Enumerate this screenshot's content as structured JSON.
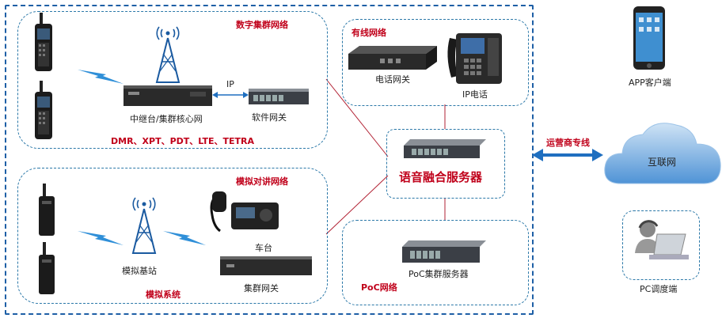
{
  "groups": {
    "digital": {
      "title": "数字集群网络",
      "repeater_label": "中继台/集群核心网",
      "softswitch_label": "软件网关",
      "ip_label": "IP",
      "standards": "DMR、XPT、PDT、LTE、TETRA"
    },
    "analog": {
      "title": "模拟对讲网络",
      "base_label": "模拟基站",
      "vehicle_label": "车台",
      "gateway_label": "集群网关",
      "system_label": "模拟系统"
    },
    "wired": {
      "title": "有线网络",
      "phone_gw_label": "电话网关",
      "ip_phone_label": "IP电话"
    },
    "poc": {
      "title": "PoC网络",
      "server_label": "PoC集群服务器"
    }
  },
  "core": {
    "label": "语音融合服务器"
  },
  "link": {
    "label": "运营商专线"
  },
  "cloud": {
    "label": "互联网"
  },
  "app": {
    "label": "APP客户端"
  },
  "pc": {
    "label": "PC调度端"
  },
  "colors": {
    "box_border": "#2b78a8",
    "outer_border": "#1e5fa6",
    "red_text": "#c0001a",
    "link_line": "#b22234",
    "arrow": "#1f6fc0",
    "cloud_fill": "#4f93d6",
    "lightning": "#2f8fd8"
  }
}
